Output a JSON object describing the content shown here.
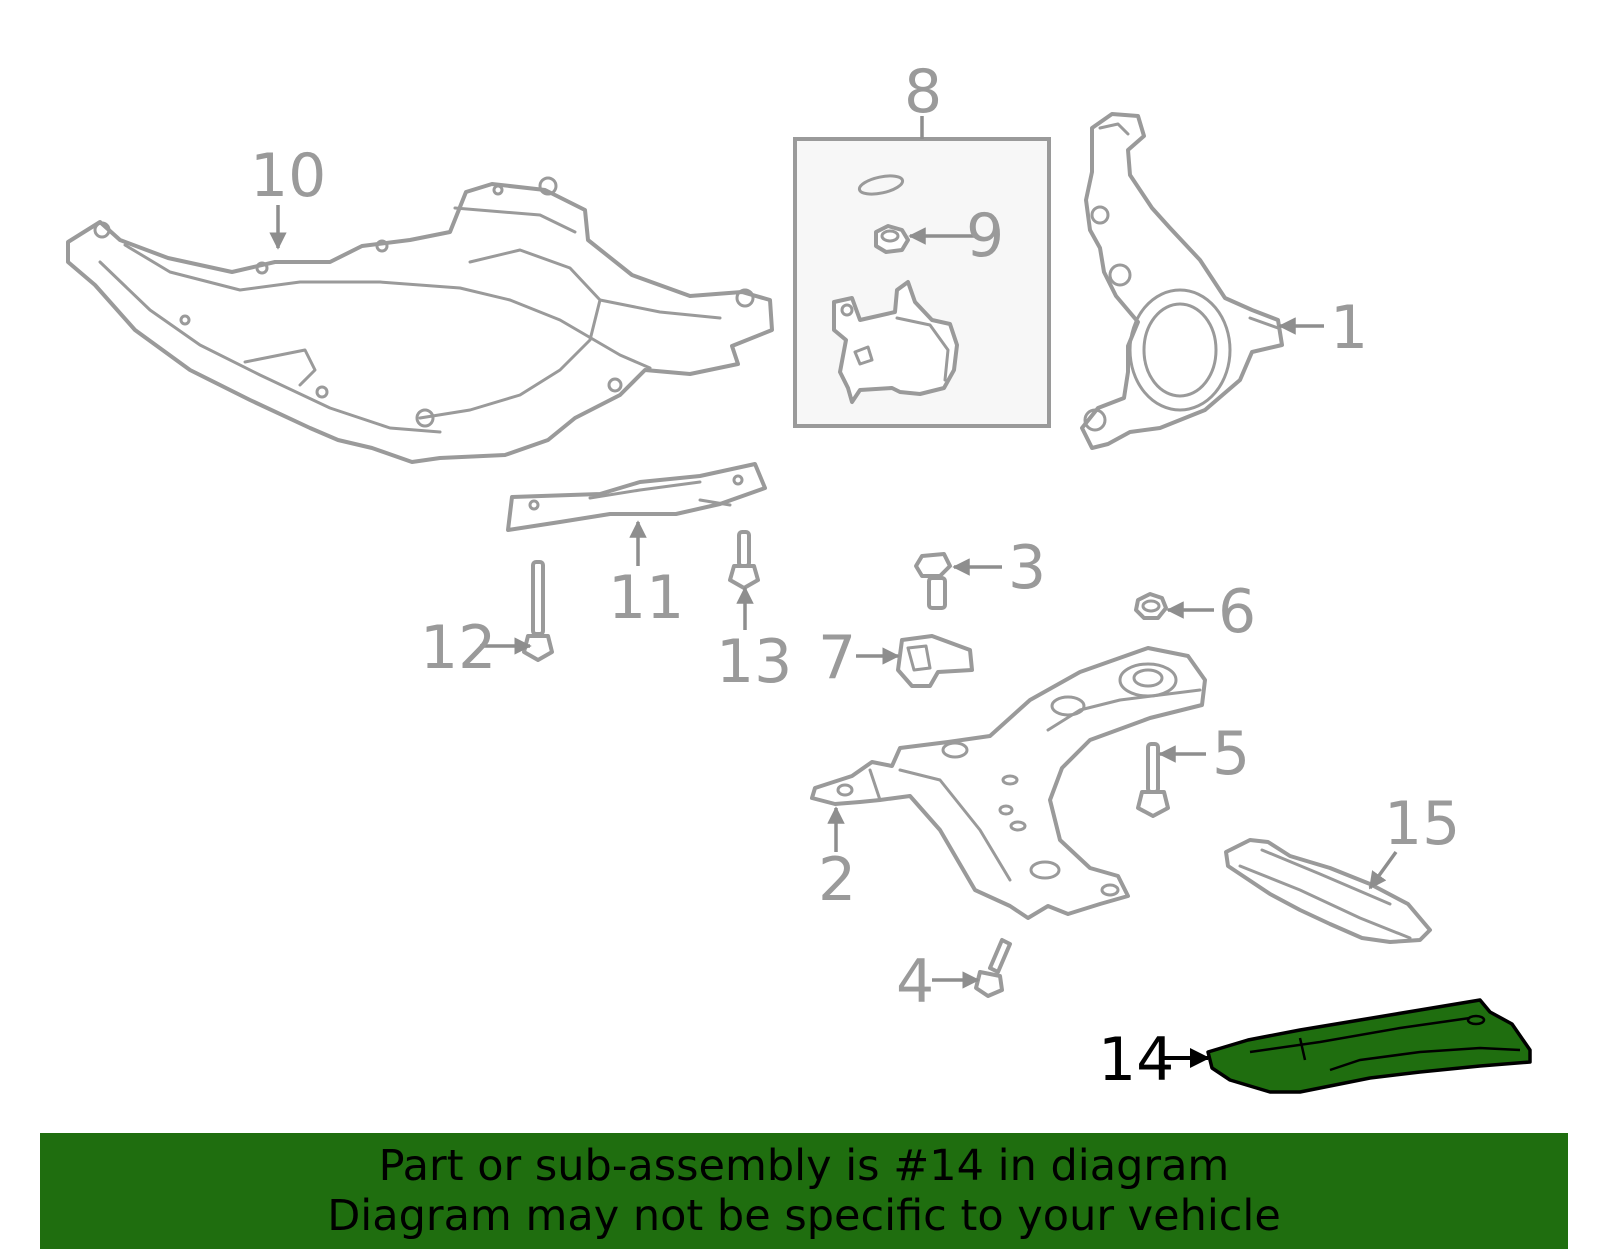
{
  "callouts": {
    "c1": "1",
    "c2": "2",
    "c3": "3",
    "c4": "4",
    "c5": "5",
    "c6": "6",
    "c7": "7",
    "c8": "8",
    "c9": "9",
    "c10": "10",
    "c11": "11",
    "c12": "12",
    "c13": "13",
    "c14": "14",
    "c15": "15"
  },
  "highlighted_part": "14",
  "colors": {
    "highlight": "#1f6e0f",
    "parts": "#9a9a9a",
    "banner": "#1f6e0f"
  },
  "banner": {
    "line1": "Part or sub-assembly is #14 in diagram",
    "line2": "Diagram may not be specific to your vehicle"
  }
}
